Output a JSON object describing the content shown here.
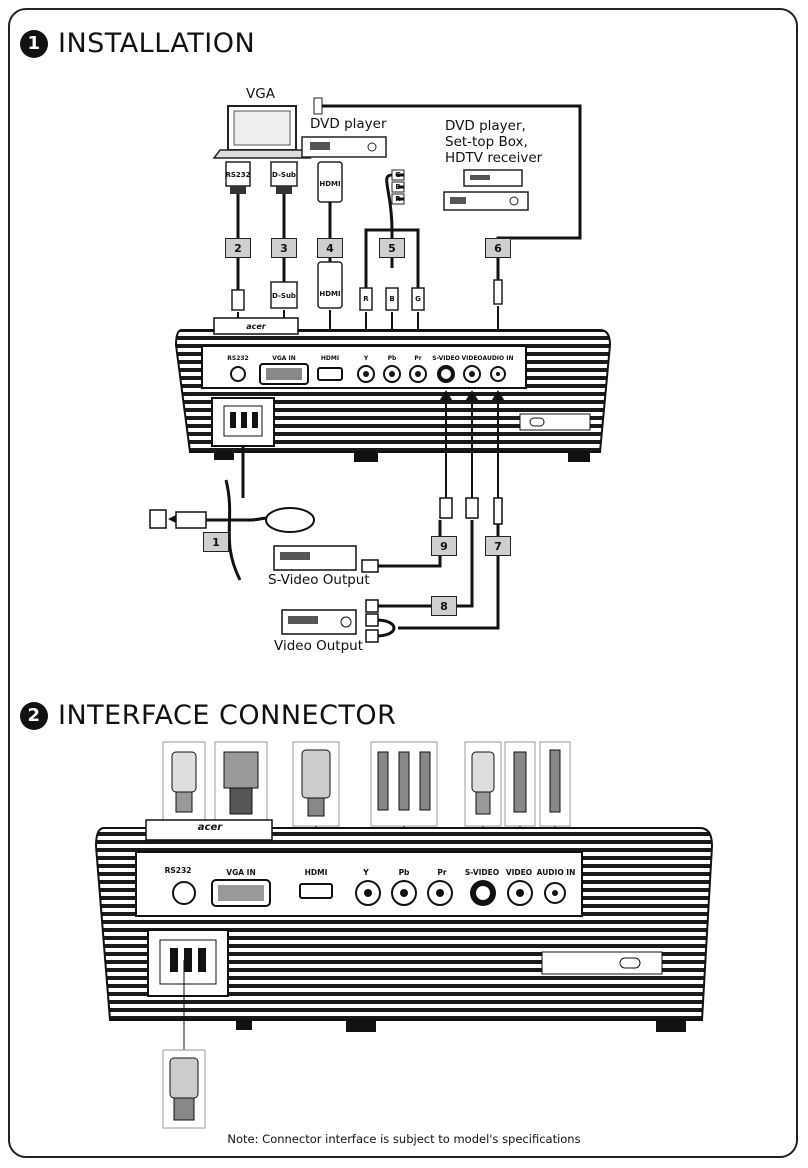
{
  "section1": {
    "number": "1",
    "title": "INSTALLATION"
  },
  "section2": {
    "number": "2",
    "title": "INTERFACE CONNECTOR"
  },
  "sources": {
    "vga": "VGA",
    "dvd": "DVD player",
    "dvd_settop": [
      "DVD player,",
      "Set-top Box,",
      "HDTV receiver"
    ],
    "svideo_out": "S-Video Output",
    "video_out": "Video Output"
  },
  "plugs": {
    "rs232": "RS232",
    "dsub": "D-Sub",
    "hdmi": "HDMI",
    "r": "R",
    "b": "B",
    "g": "G"
  },
  "cable_numbers": [
    "1",
    "2",
    "3",
    "4",
    "5",
    "6",
    "7",
    "8",
    "9"
  ],
  "ports": [
    "RS232",
    "VGA IN",
    "HDMI",
    "Y",
    "Pb",
    "Pr",
    "S-VIDEO",
    "VIDEO",
    "AUDIO IN"
  ],
  "brand": "acer",
  "note": "Note: Connector interface is subject to model's specifications"
}
